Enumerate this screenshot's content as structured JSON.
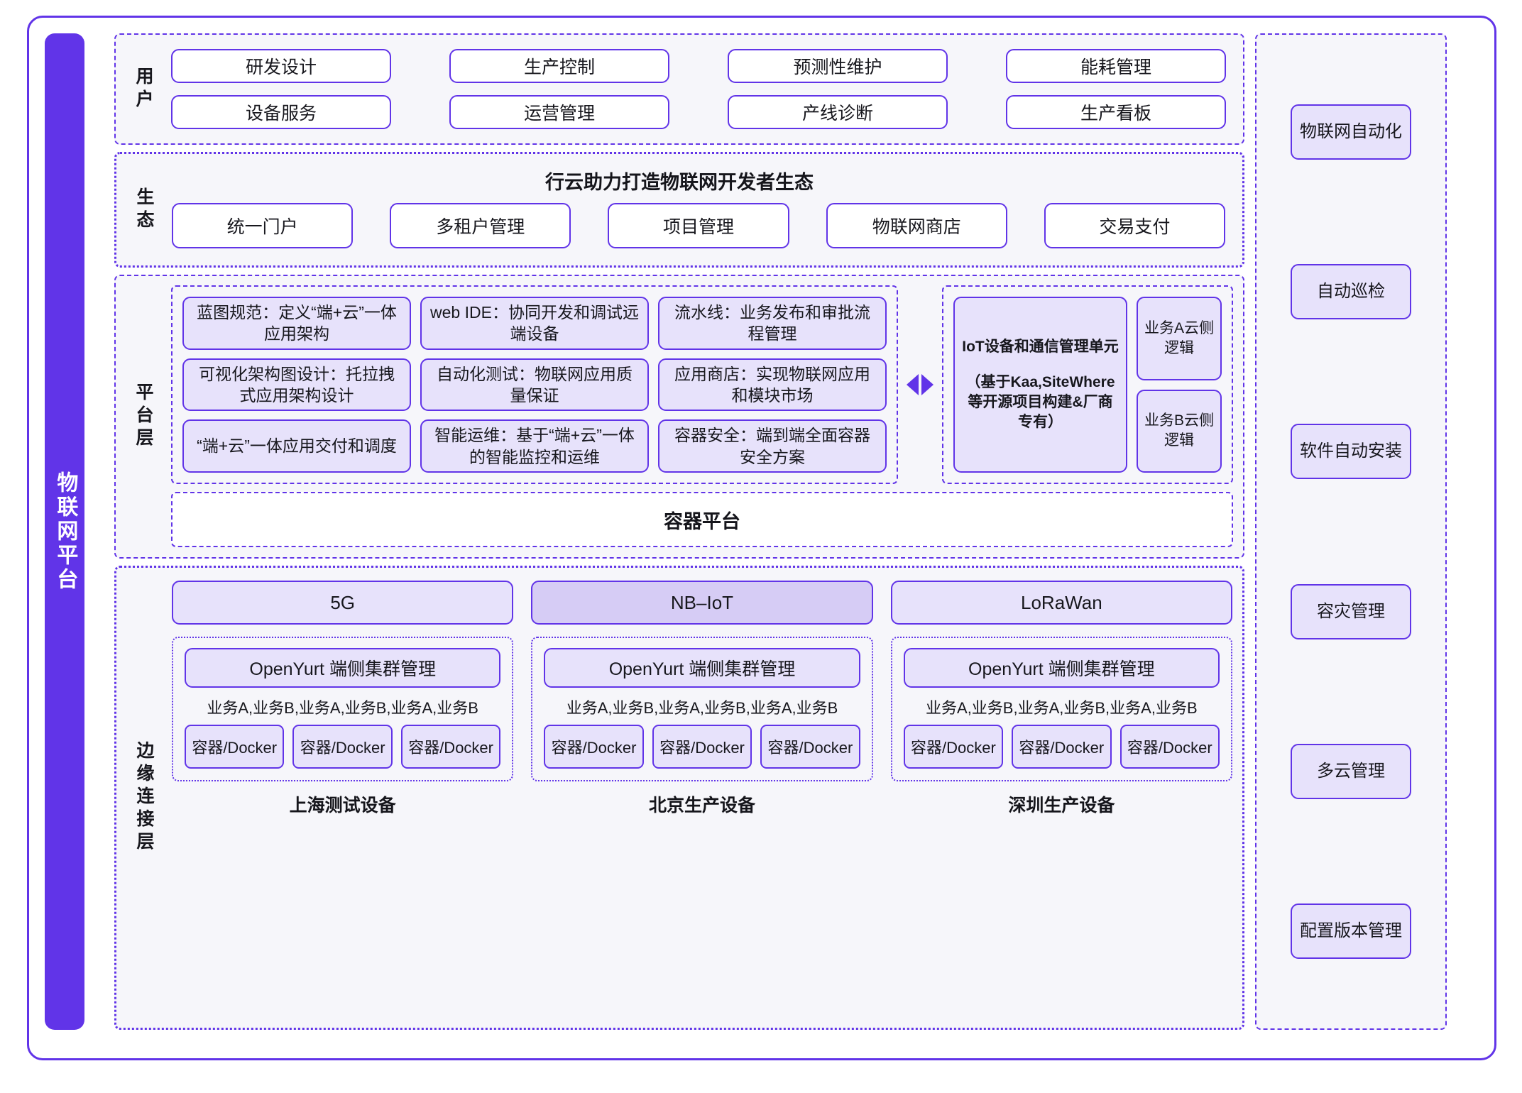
{
  "vertical_bar": {
    "label": "物联网平台"
  },
  "user_layer": {
    "label": "用户",
    "items": [
      "研发设计",
      "生产控制",
      "预测性维护",
      "能耗管理",
      "设备服务",
      "运营管理",
      "产线诊断",
      "生产看板"
    ]
  },
  "eco_layer": {
    "label": "生态",
    "title": "行云助力打造物联网开发者生态",
    "items": [
      "统一门户",
      "多租户管理",
      "项目管理",
      "物联网商店",
      "交易支付"
    ]
  },
  "platform_layer": {
    "label": "平台层",
    "cards": [
      "蓝图规范：定义“端+云”一体应用架构",
      "web IDE：协同开发和调试远端设备",
      "流水线：业务发布和审批流程管理",
      "可视化架构图设计：托拉拽式应用架构设计",
      "自动化测试：物联网应用质量保证",
      "应用商店：实现物联网应用和模块市场",
      "“端+云”一体应用交付和调度",
      "智能运维：基于“端+云”一体的智能监控和运维",
      "容器安全：端到端全面容器安全方案"
    ],
    "iot_unit": {
      "title": "IoT设备和通信管理单元",
      "subtitle": "（基于Kaa,SiteWhere等开源项目构建&厂商专有）"
    },
    "iot_side": [
      "业务A云侧逻辑",
      "业务B云侧逻辑"
    ],
    "container_platform": "容器平台",
    "arrow_left": "left-triangle",
    "arrow_right": "right-triangle"
  },
  "edge_layer": {
    "label": "边缘连接层",
    "networks": [
      {
        "name": "5G",
        "highlighted": false
      },
      {
        "name": "NB–IoT",
        "highlighted": true
      },
      {
        "name": "LoRaWan",
        "highlighted": false
      }
    ],
    "devices": [
      {
        "yurt": "OpenYurt 端侧集群管理",
        "services": "业务A,业务B,业务A,业务B,业务A,业务B",
        "containers": [
          "容器/Docker",
          "容器/Docker",
          "容器/Docker"
        ],
        "caption": "上海测试设备"
      },
      {
        "yurt": "OpenYurt 端侧集群管理",
        "services": "业务A,业务B,业务A,业务B,业务A,业务B",
        "containers": [
          "容器/Docker",
          "容器/Docker",
          "容器/Docker"
        ],
        "caption": "北京生产设备"
      },
      {
        "yurt": "OpenYurt 端侧集群管理",
        "services": "业务A,业务B,业务A,业务B,业务A,业务B",
        "containers": [
          "容器/Docker",
          "容器/Docker",
          "容器/Docker"
        ],
        "caption": "深圳生产设备"
      }
    ]
  },
  "side_layer": {
    "items": [
      "物联网自动化",
      "自动巡检",
      "软件自动安装",
      "容灾管理",
      "多云管理",
      "配置版本管理"
    ]
  },
  "colors": {
    "accent": "#6134e8",
    "panel_bg": "#f6f6fa",
    "card_fill": "#e7e2fb",
    "highlight_fill": "#d6ccf5",
    "text": "#17171d",
    "white": "#ffffff"
  }
}
